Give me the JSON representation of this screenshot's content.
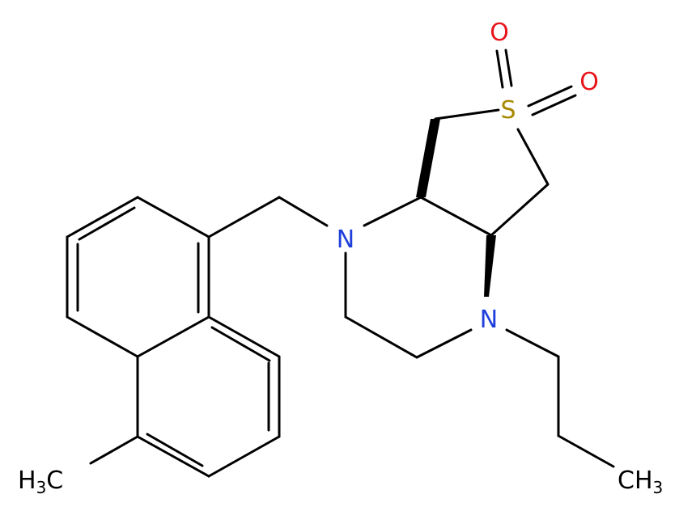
{
  "molecule": {
    "atoms": {
      "sulfur": "S",
      "oxygen_top": "O",
      "oxygen_right": "O",
      "nitrogen_left": "N",
      "nitrogen_right": "N",
      "methyl_left": {
        "element": "H",
        "count": "3",
        "carbon": "C"
      },
      "methyl_right": {
        "element": "CH",
        "count": "3"
      }
    },
    "colors": {
      "bond": "#000000",
      "nitrogen": "#1f3fdc",
      "oxygen": "#e8141c",
      "sulfur": "#a88a00",
      "carbon": "#000000"
    }
  }
}
